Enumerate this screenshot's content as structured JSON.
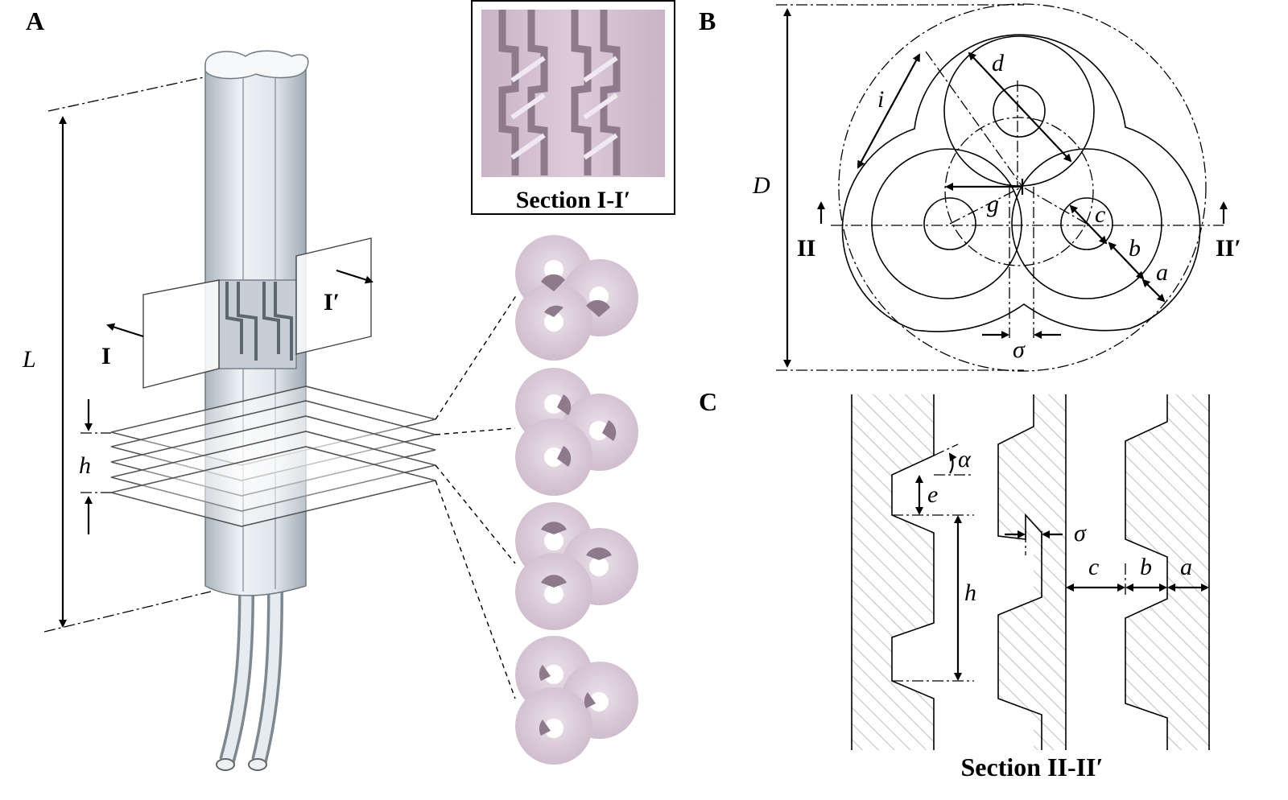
{
  "panels": {
    "a": "A",
    "b": "B",
    "c": "C"
  },
  "panel_a": {
    "dim_L": "L",
    "dim_h": "h",
    "cut_I": "I",
    "cut_I_prime": "I′",
    "section_label": "Section I-I′"
  },
  "panel_b": {
    "D": "D",
    "i": "i",
    "d": "d",
    "g": "g",
    "c": "c",
    "b": "b",
    "a": "a",
    "sigma": "σ",
    "II": "II",
    "II_prime": "II′"
  },
  "panel_c": {
    "alpha": "α",
    "e": "e",
    "sigma": "σ",
    "h": "h",
    "c": "c",
    "b": "b",
    "a": "a",
    "section_label": "Section II-II′"
  },
  "colors": {
    "tube": "#dde4ea",
    "tube_shadow": "#a9b4bd",
    "section_pink": "#d8c6d4",
    "section_pink_dark": "#b9a3b6",
    "hatch": "#c8c8c8"
  }
}
